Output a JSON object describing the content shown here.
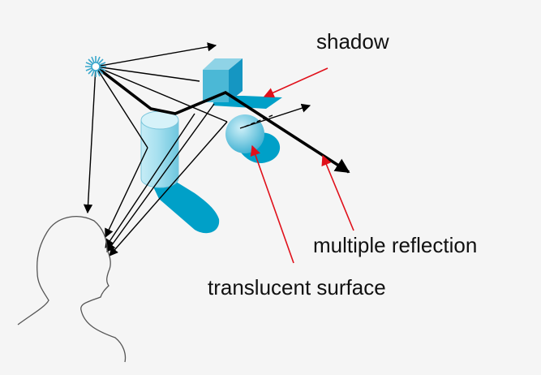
{
  "labels": {
    "shadow": "shadow",
    "multiple_reflection": "multiple reflection",
    "translucent_surface": "translucent surface"
  },
  "colors": {
    "background": "#f5f5f5",
    "object_light": "#8fd3e6",
    "object_mid": "#4bb8d6",
    "object_dark": "#1596c2",
    "shadow": "#00a0c8",
    "annotation_arrow": "#e0101a",
    "ray": "#000000"
  },
  "icons": {
    "light_source": "starburst-icon",
    "viewer": "head-outline-icon"
  }
}
